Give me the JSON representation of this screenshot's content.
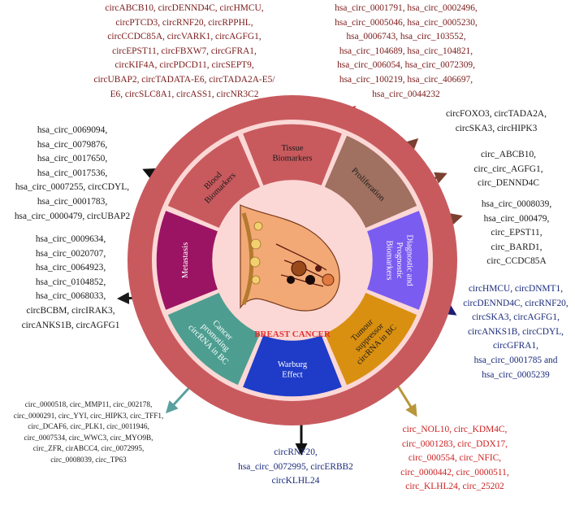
{
  "center": {
    "title": "BREAST CANCER"
  },
  "segments": [
    {
      "id": "tissue",
      "lines": [
        "Tissue",
        "Biomarkers"
      ]
    },
    {
      "id": "proliferation",
      "lines": [
        "Proliferation"
      ]
    },
    {
      "id": "diagnostic",
      "lines": [
        "Diagnostic and",
        "Prognostic",
        "Biomarkers"
      ]
    },
    {
      "id": "tumour",
      "lines": [
        "Tumour",
        "suppressor",
        "circRNA in BC"
      ]
    },
    {
      "id": "warburg",
      "lines": [
        "Warburg",
        "Effect"
      ]
    },
    {
      "id": "cancer",
      "lines": [
        "Cancer",
        "promoting",
        "circRNA in BC"
      ]
    },
    {
      "id": "metastasis",
      "lines": [
        "Metastasis"
      ]
    },
    {
      "id": "blood",
      "lines": [
        "Blood",
        "Biomarkers"
      ]
    }
  ],
  "lists": {
    "top_left": "circABCB10, circDENND4C, circHMCU,\ncircPTCD3, circRNF20, circRPPHL,\ncircCCDC85A, circVARK1, circAGFG1,\ncircEPST11, circFBXW7, circGFRA1,\ncircKIF4A, circPDCD11, circSEPT9,\ncircUBAP2, circTADATA-E6, circTADA2A-E5/\nE6, circSLC8A1, circASS1, circNR3C2",
    "top_right": "hsa_circ_0001791, hsa_circ_0002496,\nhsa_circ_0005046, hsa_circ_0005230,\nhsa_0006743, hsa_circ_103552,\nhsa_circ_104689, hsa_circ_104821,\nhsa_circ_006054, hsa_circ_0072309,\nhsa_circ_100219, hsa_circ_406697,\nhsa_circ_0044232",
    "right_1": "circFOXO3, circTADA2A,\ncircSKA3, circHIPK3",
    "right_2": "circ_ABCB10,\ncirc_circ_AGFG1,\ncirc_DENND4C",
    "right_3": "hsa_circ_0008039,\nhsa_circ_000479,\ncirc_EPST11,\ncirc_BARD1,\ncirc_CCDC85A",
    "right_4": "circHMCU, circDNMT1,\ncircDENND4C, circRNF20,\ncircSKA3, circAGFG1,\ncircANKS1B, circCDYL,\ncircGFRA1,\nhsa_circ_0001785 and\nhsa_circ_0005239",
    "bottom_right": "circ_NOL10, circ_KDM4C,\ncirc_0001283, circ_DDX17,\ncirc_000554, circ_NFIC,\ncirc_0000442, circ_0000511,\ncirc_KLHL24, circ_25202",
    "bottom": "circRNF20,\nhsa_circ_0072995, circERBB2\ncircKLHL24",
    "bottom_left": "circ_0000518, circ_MMP11, circ_002178,\ncirc_0000291, circ_YYI, circ_HIPK3, circ_TFF1,\ncirc_DCAF6, circ_PLK1, circ_0011946,\ncirc_0007534, circ_WWC3, circ_MYO9B,\ncirc_ZFR, cirABCC4, circ_0072995,\ncirc_0008039, circ_TP63",
    "left_mid": "hsa_circ_0009634,\nhsa_circ_0020707,\nhsa_circ_0064923,\nhsa_circ_0104852,\nhsa_circ_0068033,\ncircBCBM, circIRAK3,\ncircANKS1B, circAGFG1",
    "left_top": "hsa_circ_0069094,\nhsa_circ_0079876,\nhsa_circ_0017650,\nhsa_circ_0017536,\nhsa_circ_0007255, circCDYL,\nhsa_circ_0001783,\nhsa_circ_0000479, circUBAP2"
  },
  "colors": {
    "outer_ring": "#c85a5e",
    "tissue": "#c85a5e",
    "proliferation": "#a07060",
    "diagnostic": "#7b5cf0",
    "tumour": "#d99010",
    "warburg": "#1e3cc8",
    "cancer": "#4d9e90",
    "metastasis": "#9b1464",
    "blood": "#c85a5e",
    "center_disk": "#fbd8d6"
  }
}
